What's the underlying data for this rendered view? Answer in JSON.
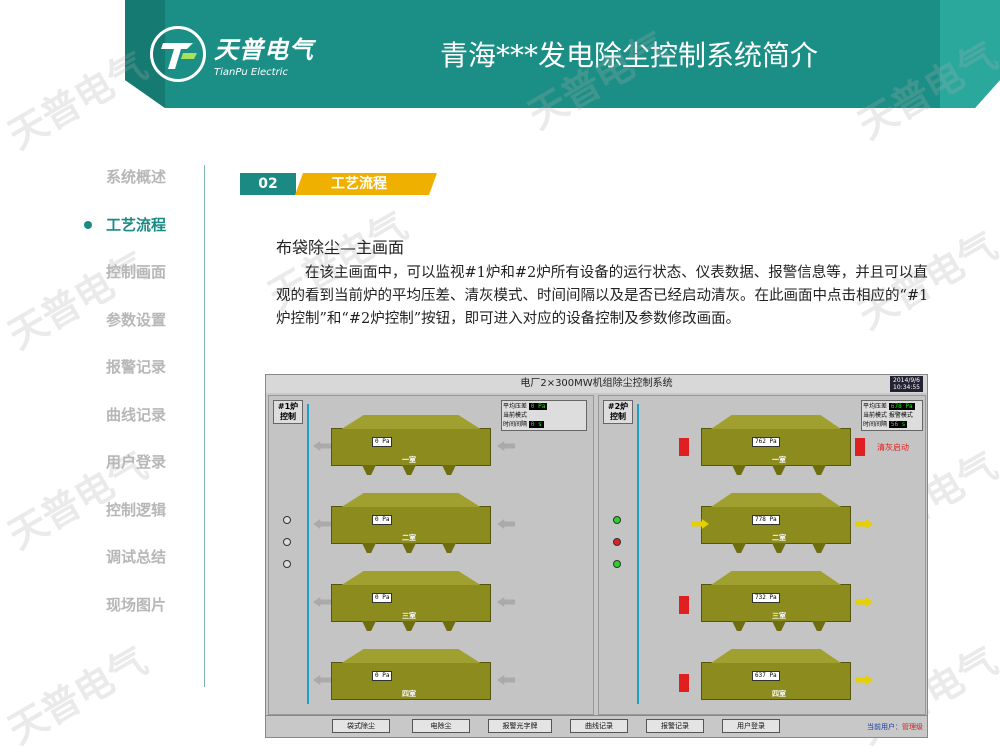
{
  "header": {
    "logo_cn": "天普电气",
    "logo_en": "TianPu Electric",
    "title": "青海***发电除尘控制系统简介"
  },
  "watermark_text": "天普电气",
  "nav": {
    "items": [
      {
        "label": "系统概述",
        "active": false
      },
      {
        "label": "工艺流程",
        "active": true
      },
      {
        "label": "控制画面",
        "active": false
      },
      {
        "label": "参数设置",
        "active": false
      },
      {
        "label": "报警记录",
        "active": false
      },
      {
        "label": "曲线记录",
        "active": false
      },
      {
        "label": "用户登录",
        "active": false
      },
      {
        "label": "控制逻辑",
        "active": false
      },
      {
        "label": "调试总结",
        "active": false
      },
      {
        "label": "现场图片",
        "active": false
      }
    ]
  },
  "section": {
    "number": "02",
    "tag": "工艺流程"
  },
  "content": {
    "heading": "布袋除尘—主画面",
    "paragraph": "在该主画面中，可以监视#1炉和#2炉所有设备的运行状态、仪表数据、报警信息等，并且可以直观的看到当前炉的平均压差、清灰模式、时间间隔以及是否已经启动清灰。在此画面中点击相应的“#1炉控制”和“#2炉控制”按钮，即可进入对应的设备控制及参数修改画面。"
  },
  "hmi": {
    "title": "电厂2×300MW机组除尘控制系统",
    "date": "2014/9/6",
    "time": "10:34:55",
    "left_label": "#1炉控制",
    "right_label": "#2炉控制",
    "left_avg": {
      "pressure": "0 Pa",
      "mode": "",
      "interval": "0 s"
    },
    "right_avg": {
      "pressure": "678 Pa",
      "mode": "报警模式",
      "interval": "56 s"
    },
    "cleaning_text": "清灰启动",
    "left_rooms": [
      "一室",
      "二室",
      "三室",
      "四室"
    ],
    "right_rooms": [
      "一室",
      "二室",
      "三室",
      "四室"
    ],
    "right_dp": [
      "762 Pa",
      "778 Pa",
      "732 Pa",
      "637 Pa"
    ],
    "left_dp": [
      "0 Pa",
      "0 Pa",
      "0 Pa",
      "0 Pa"
    ],
    "toolbar": [
      "袋式除尘",
      "电除尘",
      "报警光字牌",
      "曲线记录",
      "报警记录",
      "用户登录"
    ],
    "user_label": "当前用户：",
    "user_value": "管理级"
  }
}
